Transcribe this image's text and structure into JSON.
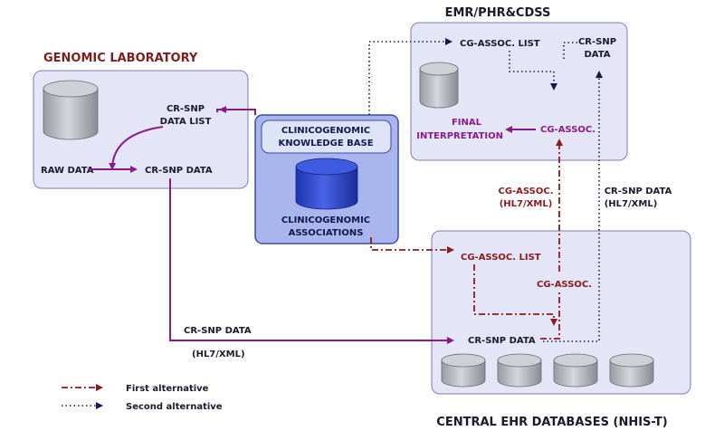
{
  "titles": {
    "genomic_lab": "GENOMIC LABORATORY",
    "emr": "EMR/PHR&CDSS",
    "central_ehr": "CENTRAL EHR DATABASES (NHIS-T)"
  },
  "genomic_lab": {
    "cr_snp_data_list_1": "CR-SNP",
    "cr_snp_data_list_2": "DATA LIST",
    "raw_data": "RAW DATA",
    "cr_snp_data": "CR-SNP DATA"
  },
  "knowledge_base": {
    "header_1": "CLINICOGENOMIC",
    "header_2": "KNOWLEDGE BASE",
    "assoc_1": "CLINICOGENOMIC",
    "assoc_2": "ASSOCIATIONS"
  },
  "emr": {
    "cg_assoc_list": "CG-ASSOC. LIST",
    "cr_snp_data_1": "CR-SNP",
    "cr_snp_data_2": "DATA",
    "final_1": "FINAL",
    "final_2": "INTERPRETATION",
    "cg_assoc": "CG-ASSOC."
  },
  "between": {
    "cg_assoc_hl7_1": "CG-ASSOC.",
    "cg_assoc_hl7_2": "(HL7/XML)",
    "cr_snp_hl7_1": "CR-SNP DATA",
    "cr_snp_hl7_2": "(HL7/XML)",
    "bottom_cr_snp": "CR-SNP DATA",
    "bottom_hl7": "(HL7/XML)"
  },
  "central_ehr": {
    "cg_assoc_list": "CG-ASSOC. LIST",
    "cg_assoc": "CG-ASSOC.",
    "cr_snp_data": "CR-SNP DATA"
  },
  "legend": {
    "first": "First alternative",
    "second": "Second alternative"
  },
  "colors": {
    "box_fill": "#e4e6f7",
    "box_stroke": "#7a7fb0",
    "kb_fill": "#a9b6ee",
    "kb_stroke": "#3a4ea0",
    "db_gray": "#b8b8c0",
    "db_blue": "#2f49d0",
    "purple": "#8a1a8a",
    "dark_red": "#8b1a1a",
    "navy": "#141a4a"
  }
}
